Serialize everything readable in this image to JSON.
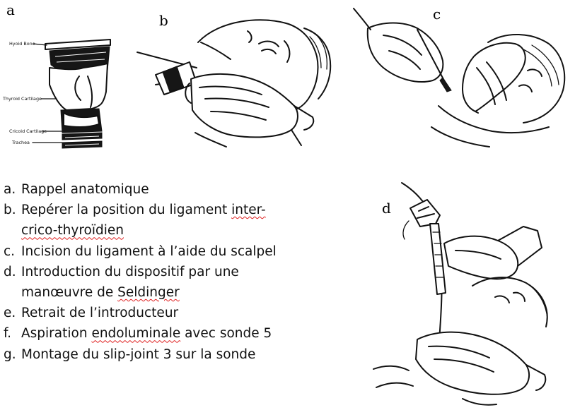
{
  "panels": {
    "a": {
      "letter": "a",
      "labels": [
        "Hyoid Bone",
        "Thyroid Cartilage",
        "Cricoid Cartilage",
        "Trachea"
      ]
    },
    "b": {
      "letter": "b"
    },
    "c": {
      "letter": "c"
    },
    "d": {
      "letter": "d"
    }
  },
  "steps": [
    {
      "letter": "a.",
      "parts": [
        {
          "text": "Rappel anatomique"
        }
      ]
    },
    {
      "letter": "b.",
      "parts": [
        {
          "text": "Repérer la position du ligament "
        },
        {
          "text": "inter-",
          "underline": true
        },
        {
          "text": "crico-thyroïdien",
          "underline": true,
          "break": true
        }
      ]
    },
    {
      "letter": "c.",
      "parts": [
        {
          "text": "Incision du ligament à l’aide du scalpel"
        }
      ]
    },
    {
      "letter": "d.",
      "parts": [
        {
          "text": "Introduction du dispositif par une"
        },
        {
          "text": "manœuvre de ",
          "break": true
        },
        {
          "text": "Seldinger",
          "underline": true
        }
      ]
    },
    {
      "letter": "e.",
      "parts": [
        {
          "text": "Retrait de l’introducteur"
        }
      ]
    },
    {
      "letter": "f.",
      "parts": [
        {
          "text": "Aspiration "
        },
        {
          "text": "endoluminale",
          "underline": true
        },
        {
          "text": " avec sonde 5"
        }
      ]
    },
    {
      "letter": "g.",
      "parts": [
        {
          "text": "Montage du slip-joint 3 sur la sonde"
        }
      ]
    }
  ],
  "colors": {
    "ink": "#111111",
    "spellcheck_underline": "#e02020",
    "background": "#ffffff"
  }
}
